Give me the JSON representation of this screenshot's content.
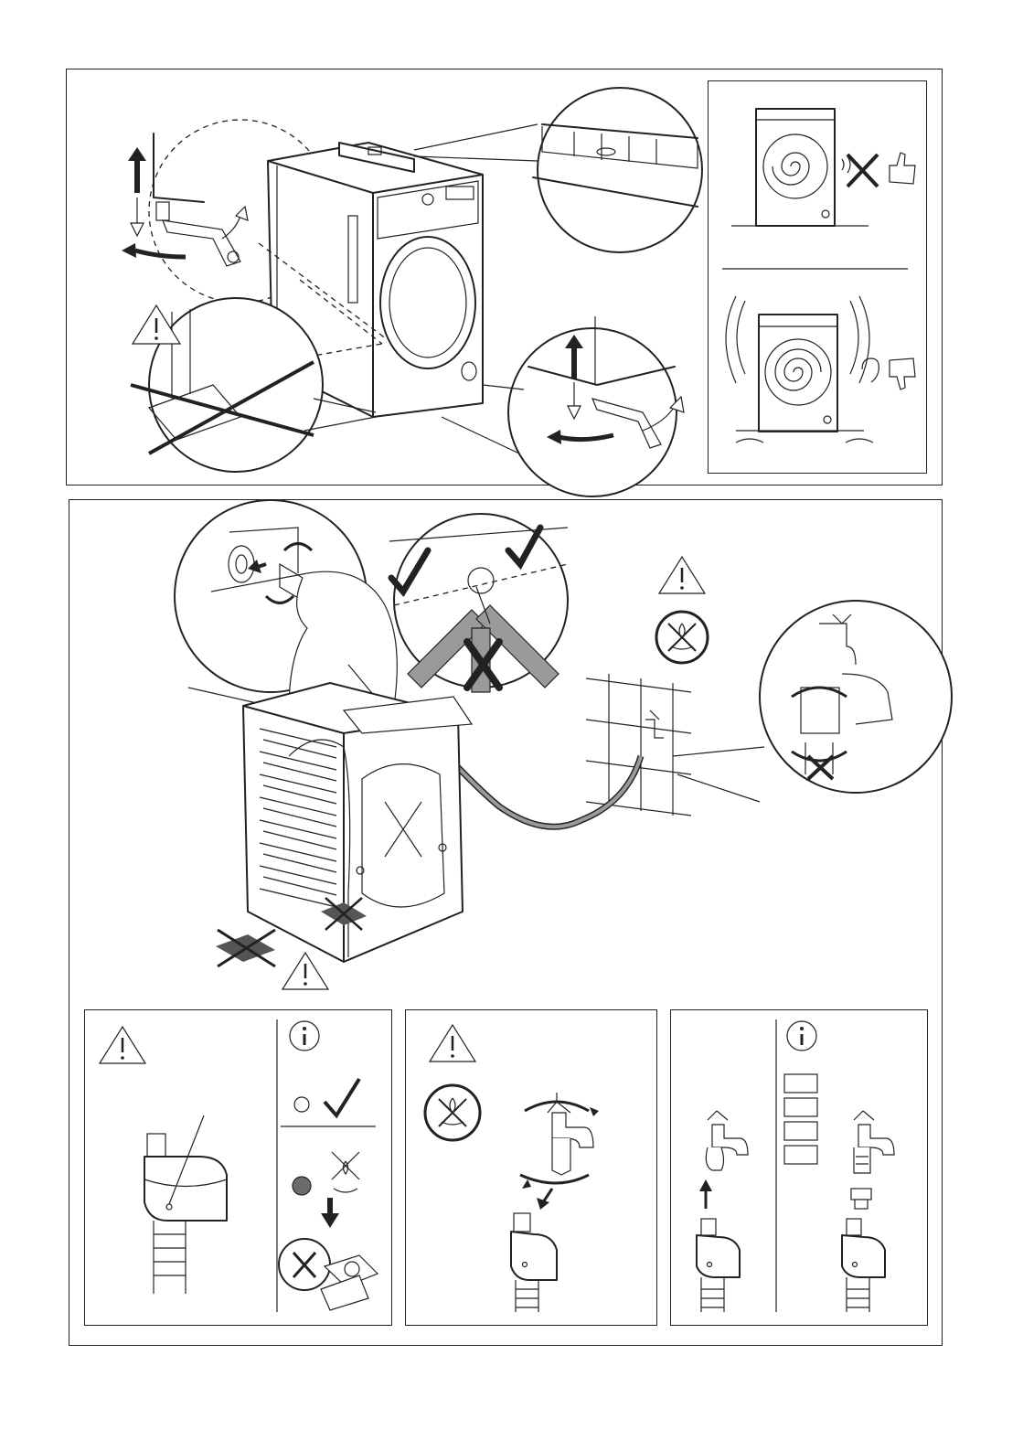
{
  "sections": {
    "leveling": {
      "name": "leveling-panel"
    },
    "vibration": {
      "name": "vibration-comparison-panel"
    },
    "inlet_hose": {
      "name": "inlet-hose-connection-panel"
    },
    "aquastop": {
      "name": "aquastop-indicator-panel"
    },
    "tap_connect": {
      "name": "tap-connection-panel"
    },
    "adapter": {
      "name": "tap-adapter-panel"
    }
  },
  "icons": {
    "warning": "warning-triangle-icon",
    "info": "info-icon",
    "no_tap_water": "no-water-tap-icon",
    "check": "check-mark-icon",
    "cross": "cross-mark-icon",
    "thumb_up": "thumb-up-icon",
    "thumb_down": "thumb-down-icon",
    "ear": "ear-icon",
    "service": "service-tools-icon",
    "telephone": "telephone-icon"
  },
  "colors": {
    "line": "#222222",
    "hose_grey": "#9a9a9a",
    "light_grey": "#cfcfcf",
    "indicator_green": "#ffffff",
    "indicator_red": "#6b6b6b"
  }
}
